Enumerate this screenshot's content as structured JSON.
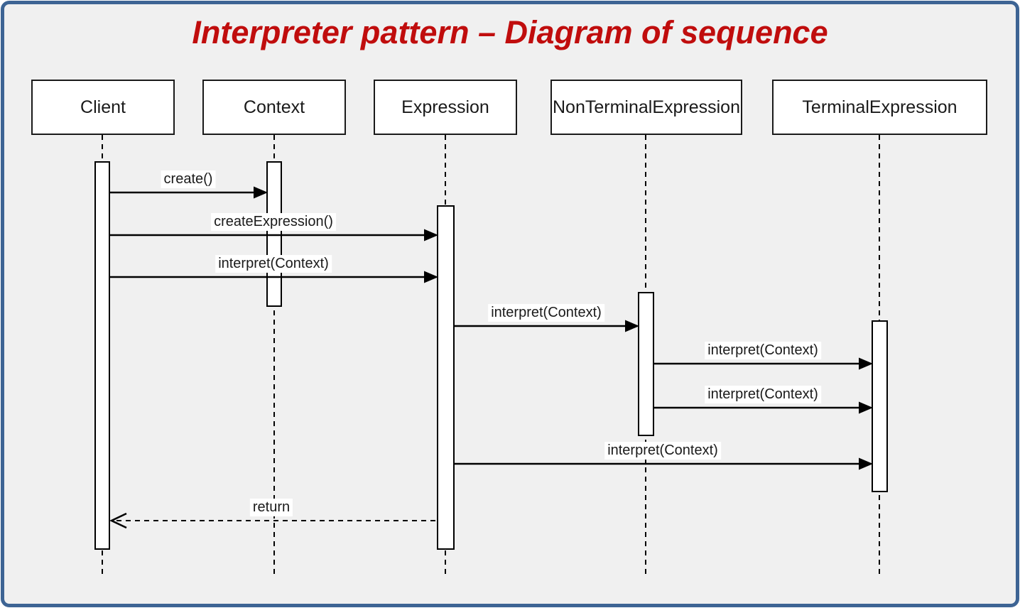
{
  "title": "Interpreter pattern – Diagram of sequence",
  "diagram_type": "uml-sequence-diagram",
  "participants": [
    {
      "name": "Client"
    },
    {
      "name": "Context"
    },
    {
      "name": "Expression"
    },
    {
      "name": "NonTerminalExpression"
    },
    {
      "name": "TerminalExpression"
    }
  ],
  "messages": [
    {
      "label": "create()",
      "from": "Client",
      "to": "Context",
      "type": "sync"
    },
    {
      "label": "createExpression()",
      "from": "Client",
      "to": "Expression",
      "type": "sync"
    },
    {
      "label": "interpret(Context)",
      "from": "Client",
      "to": "Expression",
      "type": "sync"
    },
    {
      "label": "interpret(Context)",
      "from": "Expression",
      "to": "NonTerminalExpression",
      "type": "sync"
    },
    {
      "label": "interpret(Context)",
      "from": "NonTerminalExpression",
      "to": "TerminalExpression",
      "type": "sync"
    },
    {
      "label": "interpret(Context)",
      "from": "NonTerminalExpression",
      "to": "TerminalExpression",
      "type": "sync"
    },
    {
      "label": "interpret(Context)",
      "from": "Expression",
      "to": "TerminalExpression",
      "type": "sync"
    },
    {
      "label": "return",
      "from": "Expression",
      "to": "Client",
      "type": "return-dashed"
    }
  ],
  "colors": {
    "frame_border": "#3d6494",
    "title_text": "#c00d0d",
    "canvas_background": "#f0f0f0",
    "line": "#000000",
    "box_fill": "#ffffff"
  }
}
